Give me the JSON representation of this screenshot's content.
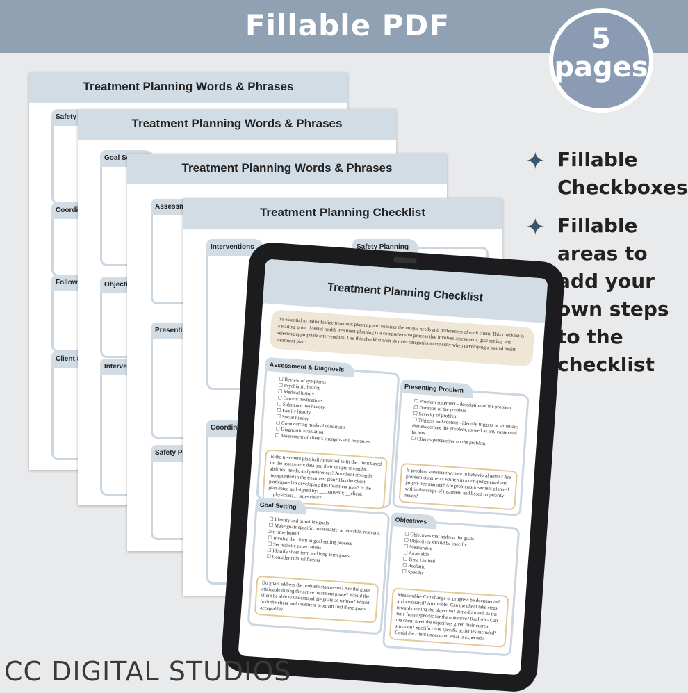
{
  "banner": {
    "title": "Fillable PDF"
  },
  "badge": {
    "number": "5",
    "word": "pages"
  },
  "features": [
    {
      "text": "Fillable Checkboxes"
    },
    {
      "text": "Fillable areas to add your own steps to the checklist"
    }
  ],
  "sheets": [
    {
      "title": "Treatment Planning Words & Phrases",
      "sections": [
        "Safety",
        "Coordin",
        "Follow",
        "Client S"
      ]
    },
    {
      "title": "Treatment Planning Words & Phrases",
      "sections": [
        "Goal Setting",
        "Objecti",
        "Interve"
      ]
    },
    {
      "title": "Treatment Planning Words & Phrases",
      "sections": [
        "Assessm",
        "Presentin",
        "Safety Pl"
      ]
    },
    {
      "title": "Treatment Planning Checklist",
      "sections": [
        "Interventions",
        "Safety Planning",
        "Coordin"
      ]
    }
  ],
  "tablet": {
    "title": "Treatment Planning Checklist",
    "intro": "It's essential to individualize treatment planning and consider the unique needs and preferences of each client. This checklist is a starting point. Mental health treatment planning is a comprehensive process that involves assessment, goal setting, and selecting appropriate interventions. Use this checklist with its main categories to consider when developing a mental health treatment plan:",
    "cards": [
      {
        "title": "Assessment & Diagnosis",
        "items": [
          "Review of symptoms",
          "Psychiatric history",
          "Medical history",
          "Current medications",
          "Substance use history",
          "Family history",
          "Social history",
          "Co-occurring medical conditions",
          "Diagnostic evaluation",
          "Assessment of client's strengths and resources"
        ],
        "question": "Is the treatment plan individualized to fit the client based on the assessment data and their unique strengths, abilities, needs, and preferences? Are client strengths incorporated in the treatment plan? Has the client participated in developing this treatment plan? Is the plan dated and signed by: __counselor; __client; __physician; __supervisor?"
      },
      {
        "title": "Presenting Problem",
        "items": [
          "Problem statement - description of the problem",
          "Duration of the problem",
          "Severity of problem",
          "Triggers and context - identify triggers or situations that exacerbate the problem, as well as any contextual factors.",
          "Client's perspective on the problem"
        ],
        "question": "Is problem statement written in behavioral terms? Are problem statements written in a non-judgmental and jargon-free manner? Are problems treatment-planned within the scope of treatment and based on priority needs?"
      },
      {
        "title": "Goal Setting",
        "items": [
          "Identify and prioritize goals",
          "Make goals specific, measurable, achievable, relevant, and time-bound",
          "Involve the client in goal setting process",
          "Set realistic expectations",
          "Identify short-term and long-term goals",
          "Consider cultural factors"
        ],
        "question": "Do goals address the problem statements? Are the goals attainable during the active treatment phase? Would the client be able to understand the goals as written? Would both the client and treatment program find these goals acceptable?"
      },
      {
        "title": "Objectives",
        "items": [
          "Objectives that address the goals",
          "Objectives should be specific",
          "Measurable",
          "Attainable",
          "Time Limited",
          "Realistic",
          "Specific"
        ],
        "question": "Measurable- Can change or progress be documented and evaluated? Attainable- Can the client take steps toward meeting the objective? Time-Limited- Is the time frame specific for the objective? Realistic- Can the client meet the objectives given their current situation? Specific- Are specific activities included? Could the client understand what is expected?"
      }
    ]
  },
  "footer": {
    "brand": "CC DIGITAL STUDIOS"
  },
  "colors": {
    "banner": "#8fa1b2",
    "badge": "#8c9bb4",
    "star": "#3e5468",
    "header": "#d2dce4",
    "tablet": "#1c1c1e"
  }
}
